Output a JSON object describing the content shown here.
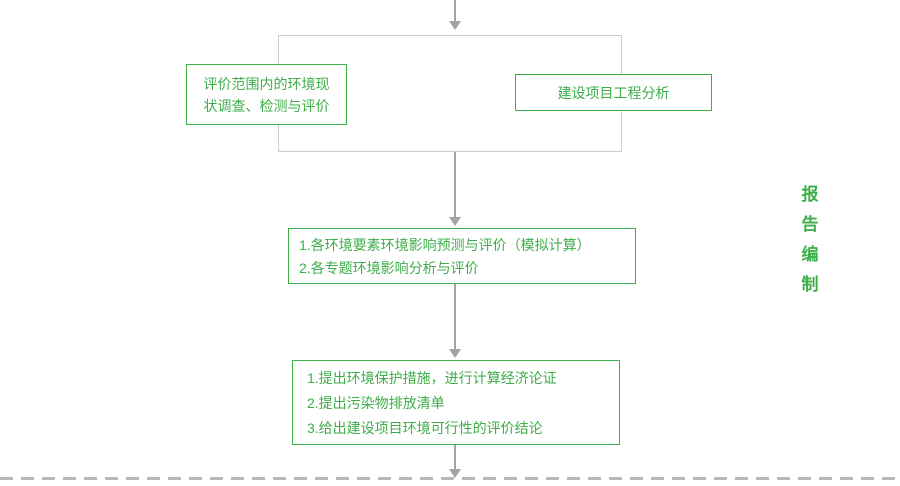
{
  "diagram": {
    "stage_label": {
      "text": "报告编制",
      "chars": [
        "报",
        "告",
        "编",
        "制"
      ]
    },
    "top_section": {
      "left_box": {
        "line1": "评价范围内的环境现",
        "line2": "状调查、检测与评价"
      },
      "right_box": {
        "label": "建设项目工程分析"
      }
    },
    "middle_box": {
      "line1": "1.各环境要素环境影响预测与评价（模拟计算）",
      "line2": "2.各专题环境影响分析与评价"
    },
    "bottom_box": {
      "line1": "1.提出环境保护措施，进行计算经济论证",
      "line2": "2.提出污染物排放清单",
      "line3": "3.给出建设项目环境可行性的评价结论"
    },
    "colors": {
      "green": "#3eae49",
      "outer_border": "#cdcdcd",
      "arrow": "#a3a3a3",
      "dashed_line": "#b8b8b8"
    }
  }
}
